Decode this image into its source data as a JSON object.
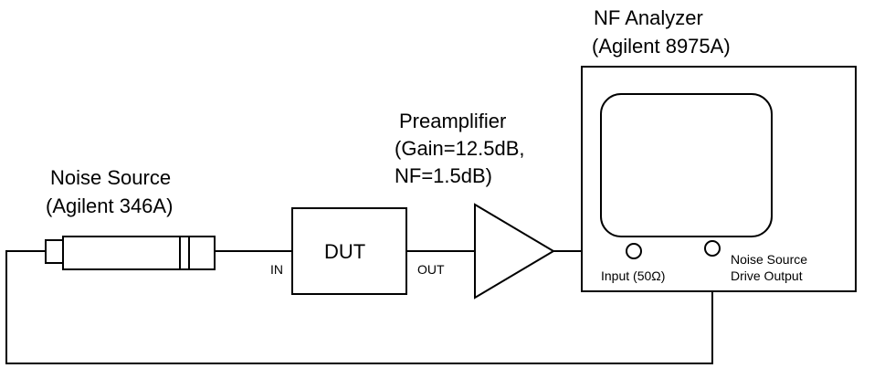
{
  "analyzer": {
    "title_line1": "NF Analyzer",
    "title_line2": "(Agilent 8975A)",
    "input_label": "Input (50Ω)",
    "drive_label_line1": "Noise Source",
    "drive_label_line2": "Drive Output"
  },
  "preamp": {
    "line1": "Preamplifier",
    "line2": "(Gain=12.5dB,",
    "line3": "NF=1.5dB)"
  },
  "noise_source": {
    "line1": "Noise Source",
    "line2": "(Agilent 346A)"
  },
  "dut": {
    "label": "DUT",
    "in_label": "IN",
    "out_label": "OUT"
  },
  "colors": {
    "line": "#000000",
    "background": "#ffffff"
  }
}
